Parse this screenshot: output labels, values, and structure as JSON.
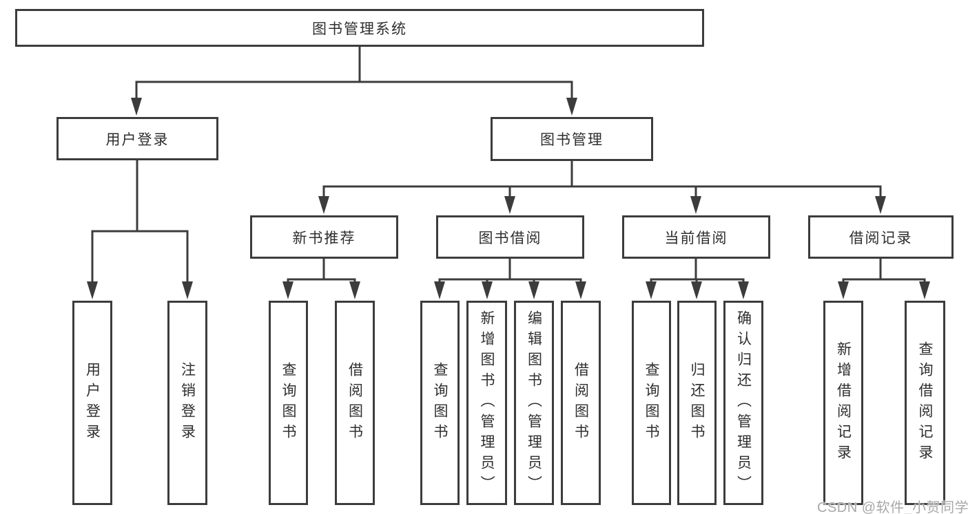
{
  "colors": {
    "line": "#3c3c3c",
    "text": "#2e2e2e",
    "watermark": "#a8a8a8",
    "bg": "#ffffff"
  },
  "tree": {
    "label": "图书管理系统",
    "children": [
      {
        "label": "用户登录",
        "children": [
          {
            "label": "用户登录"
          },
          {
            "label": "注销登录"
          }
        ]
      },
      {
        "label": "图书管理",
        "children": [
          {
            "label": "新书推荐",
            "children": [
              {
                "label": "查询图书"
              },
              {
                "label": "借阅图书"
              }
            ]
          },
          {
            "label": "图书借阅",
            "children": [
              {
                "label": "查询图书"
              },
              {
                "label": "新增图书（管理员）"
              },
              {
                "label": "编辑图书（管理员）"
              },
              {
                "label": "借阅图书"
              }
            ]
          },
          {
            "label": "当前借阅",
            "children": [
              {
                "label": "查询图书"
              },
              {
                "label": "归还图书"
              },
              {
                "label": "确认归还（管理员）"
              }
            ]
          },
          {
            "label": "借阅记录",
            "children": [
              {
                "label": "新增借阅记录"
              },
              {
                "label": "查询借阅记录"
              }
            ]
          }
        ]
      }
    ]
  },
  "watermark": {
    "text": "CSDN @软件_小贺同学"
  }
}
